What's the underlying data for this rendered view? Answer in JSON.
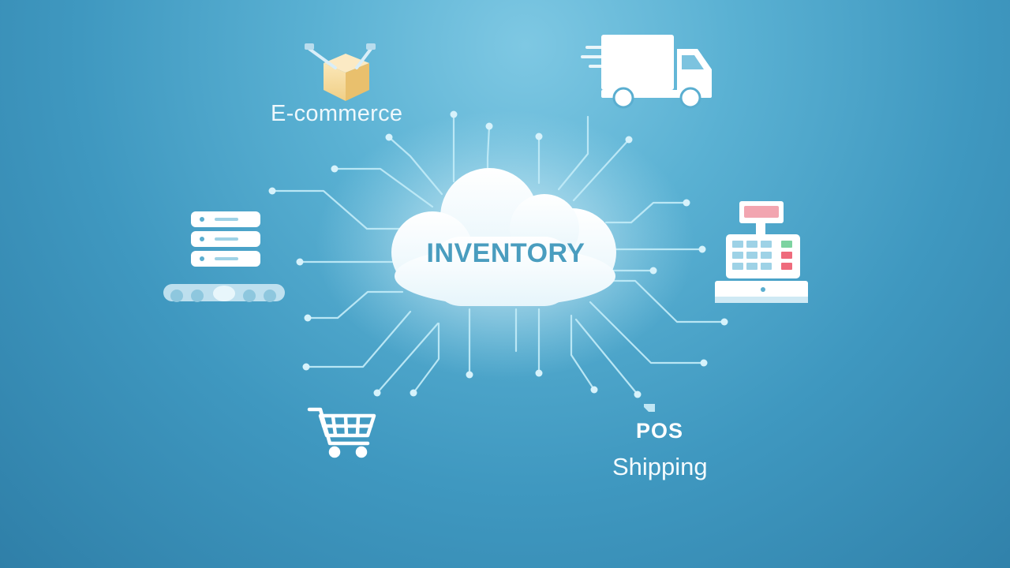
{
  "diagram": {
    "center": {
      "label": "INVENTORY"
    },
    "nodes": [
      {
        "id": "ecommerce",
        "label": "E-commerce",
        "icon": "box-drone-icon"
      },
      {
        "id": "pos",
        "label": "POS",
        "icon": "cash-register-icon"
      },
      {
        "id": "shipping",
        "label": "Shipping",
        "icon": "delivery-truck-icon"
      },
      {
        "id": "warehouse",
        "label": "",
        "icon": "server-conveyor-icon"
      },
      {
        "id": "cart",
        "label": "",
        "icon": "shopping-cart-icon"
      }
    ]
  },
  "colors": {
    "background_top": "#7ec8e3",
    "background_bottom": "#2f7fa8",
    "line": "#bfeaf7",
    "cloud": "#f4fbfe",
    "center_text": "#4a9dbf",
    "register_screen": "#f2a5b0",
    "register_key_green": "#7dd3a0",
    "register_key_red": "#ef6b7c"
  }
}
